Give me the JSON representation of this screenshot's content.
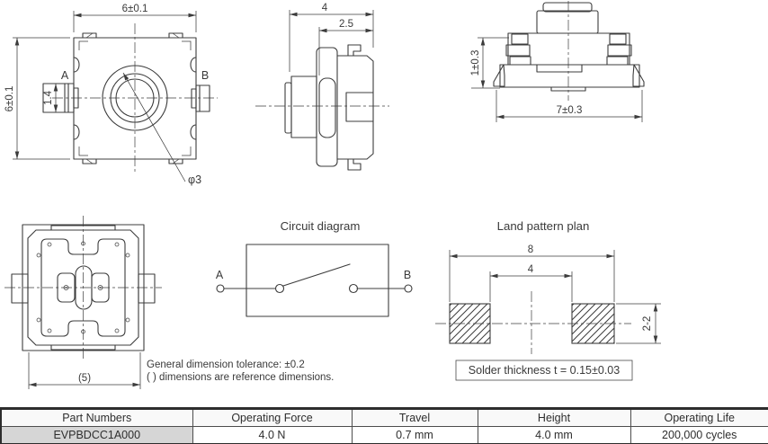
{
  "top_view": {
    "dim_width_top": "6±0.1",
    "dim_height_left": "6±0.1",
    "dim_terminal_width": "1.4",
    "label_terminal_a": "A",
    "label_terminal_b": "B",
    "dim_button_dia": "φ3"
  },
  "side_view": {
    "dim_height_total": "4",
    "dim_height_body": "2.5"
  },
  "front_view": {
    "dim_terminal_height": "1±0.3",
    "dim_width_overall": "7±0.3"
  },
  "bottom_view": {
    "dim_ref_width": "(5)"
  },
  "circuit_diagram": {
    "title": "Circuit diagram",
    "label_terminal_a": "A",
    "label_terminal_b": "B"
  },
  "land_pattern": {
    "title": "Land pattern plan",
    "dim_overall_width": "8",
    "dim_inner_gap": "4",
    "dim_pad_height": "2-2",
    "solder_note": "Solder thickness t = 0.15±0.03"
  },
  "notes": {
    "tolerance": "General dimension tolerance: ±0.2",
    "reference": "( ) dimensions are reference dimensions."
  },
  "spec_table": {
    "headers": [
      "Part Numbers",
      "Operating Force",
      "Travel",
      "Height",
      "Operating Life"
    ],
    "row": [
      "EVPBDCC1A000",
      "4.0 N",
      "0.7 mm",
      "4.0 mm",
      "200,000 cycles"
    ]
  },
  "colors": {
    "line": "#3c3c3c",
    "text": "#333333",
    "part_cell_bg": "#d6d6d6",
    "header_bg": "#f9f9f9"
  }
}
